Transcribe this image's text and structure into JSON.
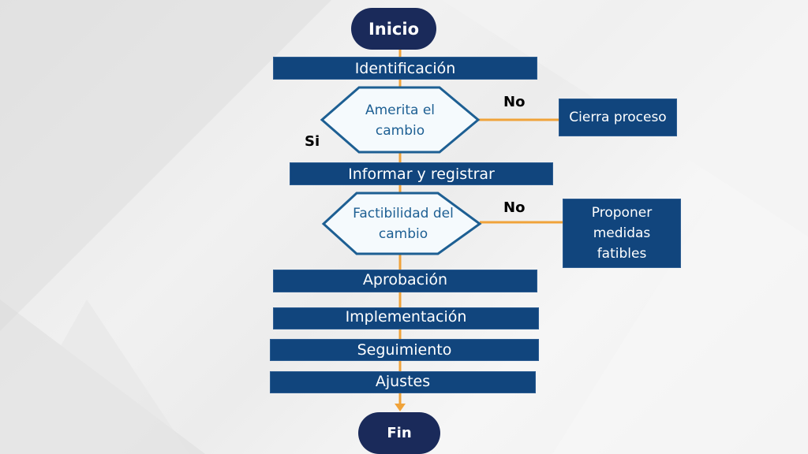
{
  "start": "Inicio",
  "end": "Fin",
  "steps": {
    "identificacion": "Identificación",
    "informar": "Informar y registrar",
    "aprobacion": "Aprobación",
    "implementacion": "Implementación",
    "seguimiento": "Seguimiento",
    "ajustes": "Ajustes"
  },
  "decisions": [
    {
      "question": "Amerita el cambio",
      "yes_label": "Si",
      "no_label": "No",
      "no_outcome": "Cierra proceso"
    },
    {
      "question": "Factibilidad del cambio",
      "no_label": "No",
      "no_outcome": "Proponer medidas fatibles"
    }
  ],
  "colors": {
    "box": "#11457d",
    "terminal": "#1a2a5a",
    "connector": "#f0a33a",
    "decision_stroke": "#1d5f93",
    "decision_fill": "#f5fafd"
  }
}
